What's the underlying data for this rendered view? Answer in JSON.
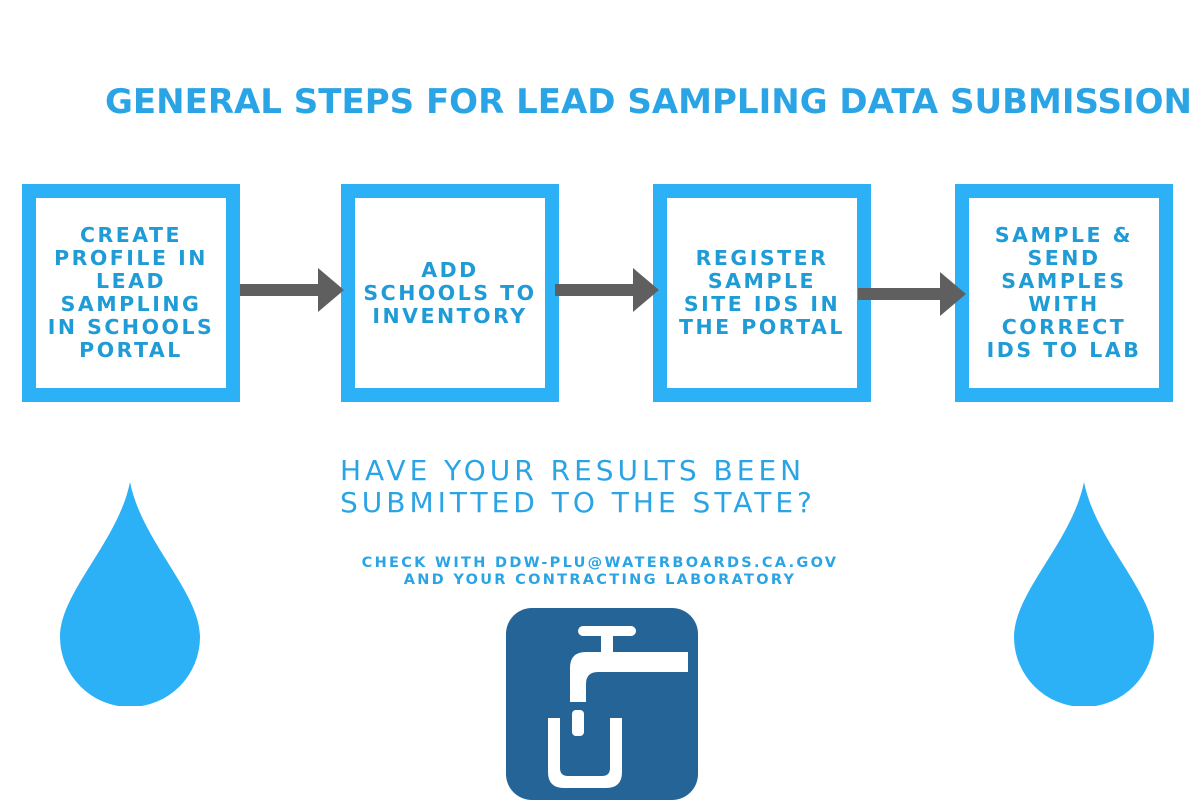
{
  "title": "GENERAL STEPS FOR LEAD SAMPLING DATA SUBMISSION",
  "steps": [
    {
      "label": "CREATE\nPROFILE IN\nLEAD\nSAMPLING\nIN SCHOOLS\nPORTAL"
    },
    {
      "label": "ADD\nSCHOOLS TO\nINVENTORY"
    },
    {
      "label": "REGISTER\nSAMPLE\nSITE IDS IN\nTHE PORTAL"
    },
    {
      "label": "SAMPLE &\nSEND\nSAMPLES\nWITH\nCORRECT\nIDS TO LAB"
    }
  ],
  "question": "HAVE YOUR RESULTS BEEN\nSUBMITTED TO THE STATE?",
  "contact": "CHECK WITH DDW-PLU@WATERBOARDS.CA.GOV\nAND YOUR CONTRACTING LABORATORY",
  "icons": {
    "left_drop": "water-drop-icon",
    "right_drop": "water-drop-icon",
    "faucet": "faucet-icon"
  },
  "colors": {
    "title": "#2aa4e4",
    "box_border": "#2cb1f7",
    "step_text": "#1f9bd6",
    "arrow": "#5f5f5f",
    "drop": "#2cb1f7",
    "faucet_bg": "#246496"
  }
}
